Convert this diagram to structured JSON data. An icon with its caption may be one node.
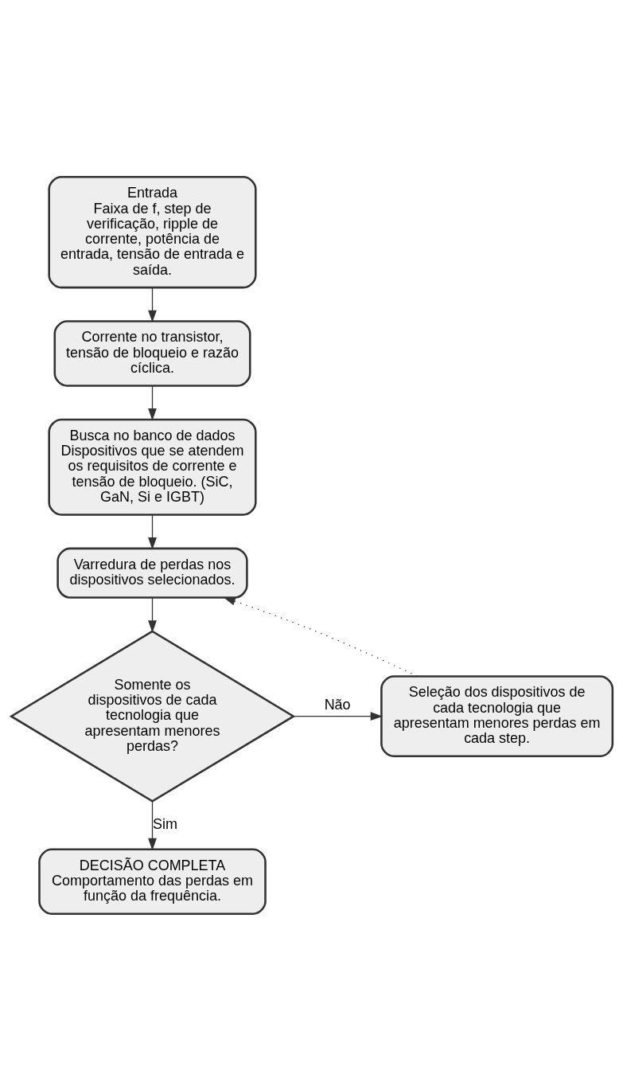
{
  "diagram": {
    "nodes": [
      {
        "text": [
          "Entrada",
          "Faixa de f, step de verificação, ripple de corrente, potência de entrada, tensão de entrada e saída."
        ]
      },
      {
        "text": [
          "Corrente no transistor, tensão de bloqueio e razão cíclica."
        ]
      },
      {
        "text": [
          "Busca no banco de dados",
          "Dispositivos que se atendem os requisitos de corrente e tensão de bloqueio. (SiC, GaN, Si e IGBT)"
        ]
      },
      {
        "text": [
          "Varredura de perdas nos dispositivos selecionados."
        ]
      },
      {
        "text": [
          "Somente os dispositivos de cada tecnologia que apresentam menores perdas?"
        ]
      },
      {
        "text": [
          "Seleção dos dispositivos de cada tecnologia que apresentam menores perdas em cada step."
        ]
      },
      {
        "text": [
          "DECISÃO COMPLETA",
          "Comportamento das perdas em função da frequência."
        ]
      }
    ],
    "edges": [
      {
        "from": 0,
        "to": 1,
        "arrow": "to"
      },
      {
        "from": 1,
        "to": 2,
        "arrow": "to"
      },
      {
        "from": 2,
        "to": 3,
        "arrow": "to"
      },
      {
        "from": 3,
        "to": 4,
        "arrow": "to"
      },
      {
        "from": 4,
        "to": 5,
        "arrow": "to",
        "label": "Não"
      },
      {
        "from": 4,
        "to": 6,
        "arrow": "to",
        "label": "Sim"
      },
      {
        "from": 5,
        "to": 3,
        "arrow": "to",
        "style": "dashed"
      }
    ]
  }
}
